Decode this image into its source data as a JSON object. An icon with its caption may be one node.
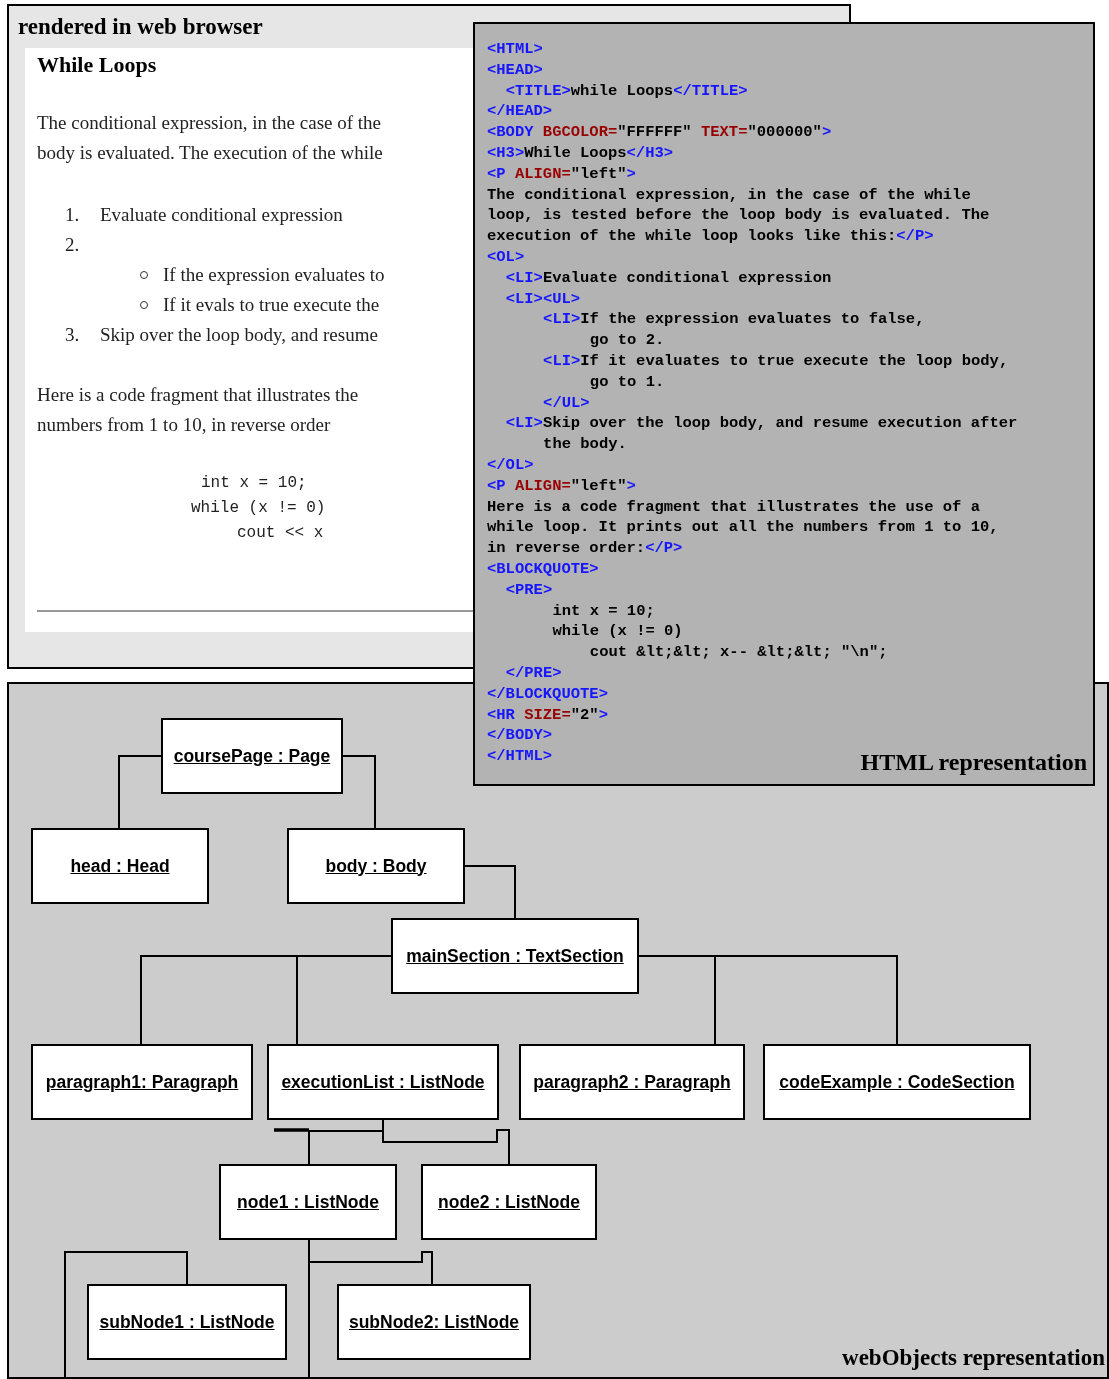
{
  "diagram": {
    "nodes": [
      {
        "text": [
          "rendered in web browser"
        ]
      },
      {
        "text": [
          "While Loops",
          "The conditional expression, in the case of the",
          "body is evaluated. The execution of the while",
          "1.",
          "Evaluate conditional expression",
          "2.",
          "If the expression evaluates to",
          "If it evals to true execute the",
          "3.",
          "Skip over the loop body, and resume",
          "Here is a code fragment that illustrates the",
          "numbers from 1 to 10, in reverse order",
          "int x = 10;",
          "while (x != 0)",
          "cout << x"
        ],
        "in": 0
      },
      {
        "text": [
          "<HTML>",
          "<HEAD>",
          "<TITLE>while Loops</TITLE>",
          "</HEAD>",
          "<BODY BGCOLOR=\"FFFFFF\" TEXT=\"000000\">",
          "<H3>While Loops</H3>",
          "<P ALIGN=\"left\">",
          "The conditional expression, in the case of the while",
          "loop, is tested before the loop body is evaluated. The",
          "execution of the while loop looks like this:</P>",
          "<OL>",
          "<LI>Evaluate conditional expression",
          "<LI><UL>",
          "<LI>If the expression evaluates to false,",
          "go to 2.",
          "<LI>If it evaluates to true execute the loop body,",
          "go to 1.",
          "</UL>",
          "<LI>Skip over the loop body, and resume execution after",
          "the body.",
          "</OL>",
          "<P ALIGN=\"left\">",
          "Here is a code fragment that illustrates the use of a",
          "while loop. It prints out all the numbers from 1 to 10,",
          "in reverse order:</P>",
          "<BLOCKQUOTE>",
          "<PRE>",
          "int x = 10;",
          "while (x != 0)",
          "cout &lt;&lt; x-- &lt;&lt; \"\\n\";",
          "</PRE>",
          "</BLOCKQUOTE>",
          "<HR SIZE=\"2\">",
          "</BODY>",
          "</HTML>",
          "HTML representation"
        ]
      },
      {
        "text": [
          "webObjects representation"
        ]
      },
      {
        "text": [
          "coursePage : Page"
        ],
        "in": 3
      },
      {
        "text": [
          "head : Head"
        ],
        "in": 3
      },
      {
        "text": [
          "body : Body"
        ],
        "in": 3
      },
      {
        "text": [
          "mainSection : TextSection"
        ],
        "in": 3
      },
      {
        "text": [
          "paragraph1: Paragraph"
        ],
        "in": 3
      },
      {
        "text": [
          "executionList : ListNode"
        ],
        "in": 3
      },
      {
        "text": [
          "paragraph2 : Paragraph"
        ],
        "in": 3
      },
      {
        "text": [
          "codeExample : CodeSection"
        ],
        "in": 3
      },
      {
        "text": [
          "node1 : ListNode"
        ],
        "in": 3
      },
      {
        "text": [
          "node2 : ListNode"
        ],
        "in": 3
      },
      {
        "text": [
          "subNode1 : ListNode"
        ],
        "in": 3
      },
      {
        "text": [
          "subNode2: ListNode"
        ],
        "in": 3
      }
    ],
    "edges": [
      {
        "from": 4,
        "to": 5,
        "arrow": "none"
      },
      {
        "from": 4,
        "to": 6,
        "arrow": "none"
      },
      {
        "from": 6,
        "to": 7,
        "arrow": "none"
      },
      {
        "from": 7,
        "to": 8,
        "arrow": "none"
      },
      {
        "from": 7,
        "to": 9,
        "arrow": "none"
      },
      {
        "from": 7,
        "to": 10,
        "arrow": "none"
      },
      {
        "from": 7,
        "to": 11,
        "arrow": "none"
      },
      {
        "from": 9,
        "to": 12,
        "arrow": "none"
      },
      {
        "from": 9,
        "to": 13,
        "arrow": "none"
      },
      {
        "from": 12,
        "to": 15,
        "arrow": "none"
      },
      {
        "from": 12,
        "to": null,
        "arrow": "none"
      },
      {
        "from": 14,
        "to": null,
        "arrow": "none"
      }
    ]
  }
}
